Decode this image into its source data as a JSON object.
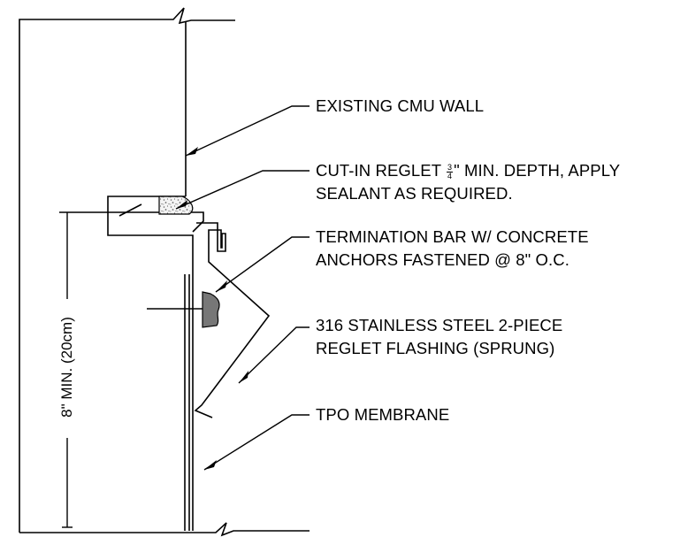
{
  "labels": {
    "wall": "EXISTING CMU WALL",
    "reglet_line1_pre": "CUT-IN REGLET ",
    "reglet_frac_num": "3",
    "reglet_frac_den": "4",
    "reglet_line1_post": "\" MIN. DEPTH, APPLY",
    "reglet_line2": "SEALANT AS REQUIRED.",
    "termbar_line1": "TERMINATION BAR W/ CONCRETE",
    "termbar_line2": "ANCHORS FASTENED @ 8\" O.C.",
    "flashing_line1": "316 STAINLESS STEEL 2-PIECE",
    "flashing_line2": "REGLET FLASHING (SPRUNG)",
    "membrane": "TPO MEMBRANE"
  },
  "dimension": {
    "text": "8\" MIN. (20cm)"
  }
}
